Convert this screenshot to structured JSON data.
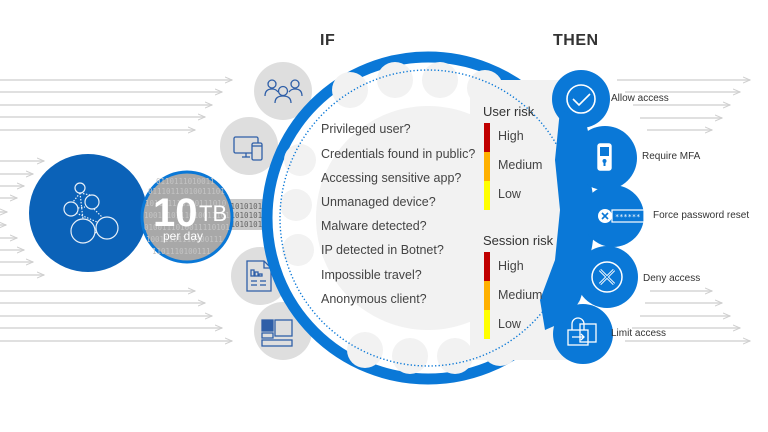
{
  "headings": {
    "if": "IF",
    "then": "THEN"
  },
  "data_volume": {
    "value": "10",
    "unit": "TB",
    "period": "per day"
  },
  "signal_icons": [
    "users-icon",
    "devices-icon",
    "report-document-icon",
    "app-layout-icon",
    "network-graph-icon"
  ],
  "conditions": [
    "Privileged user?",
    "Credentials found in public?",
    "Accessing sensitive app?",
    "Unmanaged device?",
    "Malware detected?",
    "IP detected in Botnet?",
    "Impossible travel?",
    "Anonymous client?"
  ],
  "risk": {
    "user": {
      "title": "User risk",
      "levels": [
        "High",
        "Medium",
        "Low"
      ]
    },
    "session": {
      "title": "Session risk",
      "levels": [
        "High",
        "Medium",
        "Low"
      ]
    },
    "colors": {
      "high": "#c00000",
      "medium": "#ffb000",
      "low": "#ffff00"
    }
  },
  "actions": [
    {
      "label": "Allow access",
      "icon": "checkmark-icon"
    },
    {
      "label": "Require MFA",
      "icon": "phone-lock-icon"
    },
    {
      "label": "Force password reset",
      "icon": "password-reset-icon"
    },
    {
      "label": "Deny access",
      "icon": "deny-x-icon"
    },
    {
      "label": "Limit access",
      "icon": "limited-lock-icon"
    }
  ],
  "colors": {
    "primary_blue": "#0a78d7",
    "dark_blue": "#0b62b8",
    "icon_gray_bg": "#dedede",
    "arrow": "#d4d4d4"
  }
}
